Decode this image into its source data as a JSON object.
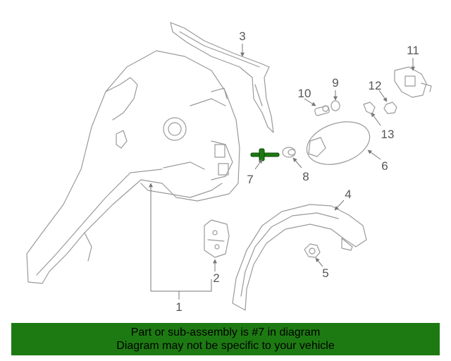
{
  "diagram": {
    "callouts": [
      "1",
      "2",
      "3",
      "4",
      "5",
      "6",
      "7",
      "8",
      "9",
      "10",
      "11",
      "12",
      "13"
    ],
    "highlight_color": "#1d7a12"
  },
  "banner": {
    "line1": "Part or sub-assembly is #7 in diagram",
    "line2": "Diagram may not be specific to your vehicle",
    "background": "#1d7a12"
  }
}
